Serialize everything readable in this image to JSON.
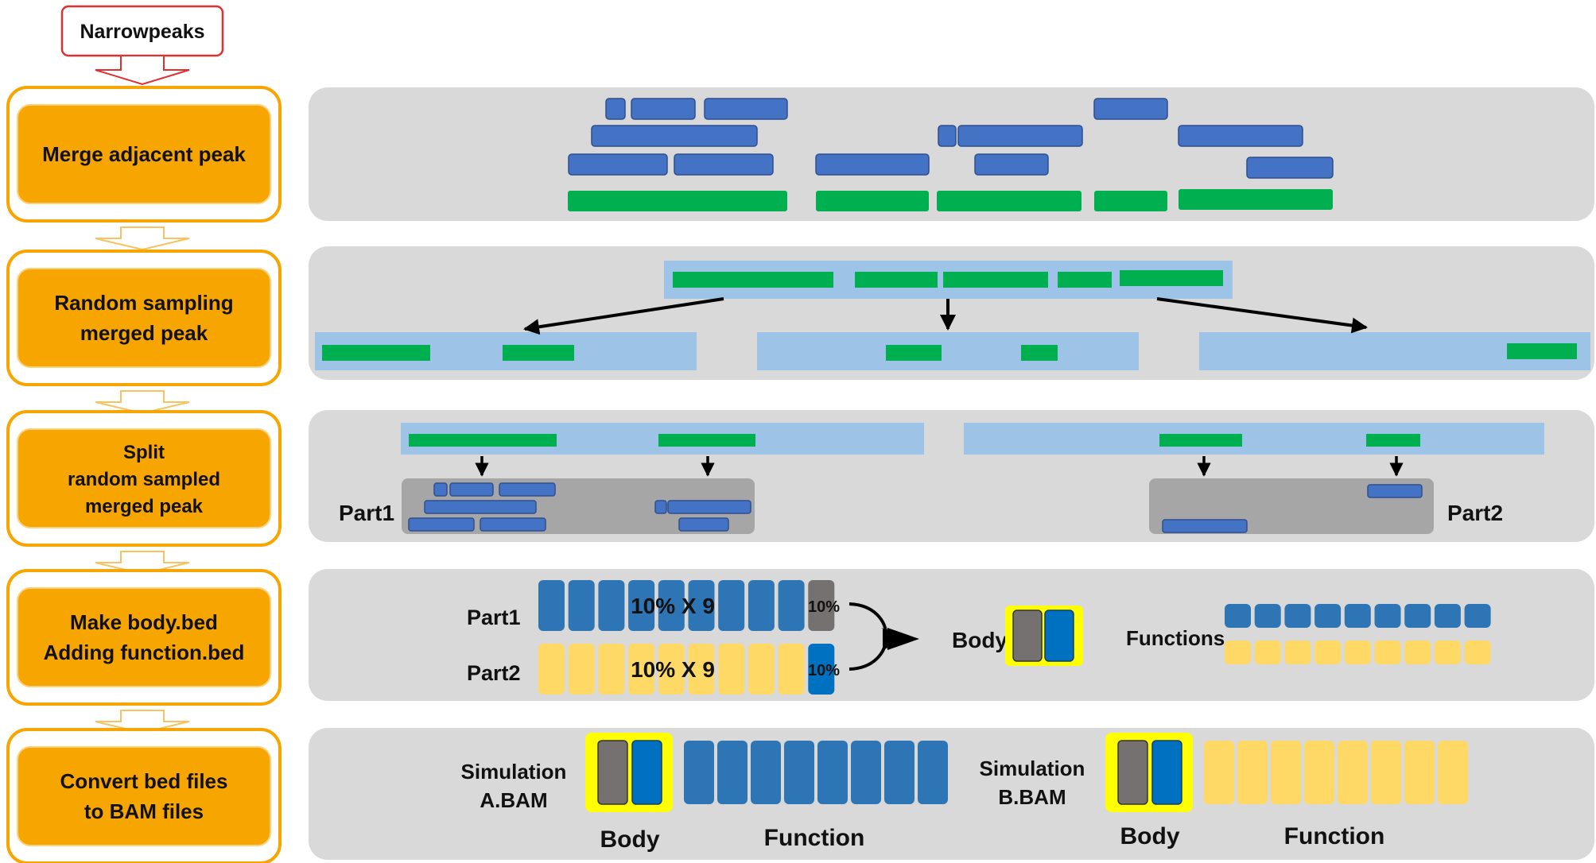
{
  "start_label": "Narrowpeaks",
  "steps": [
    {
      "lines": [
        "Merge adjacent peak"
      ]
    },
    {
      "lines": [
        "Random sampling",
        "merged peak"
      ]
    },
    {
      "lines": [
        "Split",
        "random sampled",
        "merged peak"
      ]
    },
    {
      "lines": [
        "Make body.bed",
        "Adding function.bed"
      ]
    },
    {
      "lines": [
        "Convert bed files",
        "to BAM files"
      ]
    }
  ],
  "split_panel": {
    "part1": "Part1",
    "part2": "Part2"
  },
  "body_panel": {
    "part1_label": "Part1",
    "part2_label": "Part2",
    "part1_center": "10% X 9",
    "part2_center": "10% X 9",
    "part1_last": "10%",
    "part2_last": "10%",
    "body_label": "Body",
    "functions_label": "Functions"
  },
  "bam_panel": {
    "sim_a": [
      "Simulation",
      "A.BAM"
    ],
    "sim_b": [
      "Simulation",
      "B.BAM"
    ],
    "body_a": "Body",
    "function_a": "Function",
    "body_b": "Body",
    "function_b": "Function"
  },
  "colors": {
    "step_fill": "#f7a500",
    "step_border": "#f7a500",
    "panel_bg": "#d9d9d9",
    "read_blue": "#4472c4",
    "read_border": "#2f4f8f",
    "merged_green": "#00b050",
    "region_lightblue": "#9dc3e6",
    "part_gray": "#a6a6a6",
    "seg_blue": "#2e75b6",
    "seg_yellow": "#ffd966",
    "body_gray": "#767171",
    "body_blue": "#0070c0",
    "highlight_yellow": "#ffff00",
    "start_border": "#e03030"
  }
}
